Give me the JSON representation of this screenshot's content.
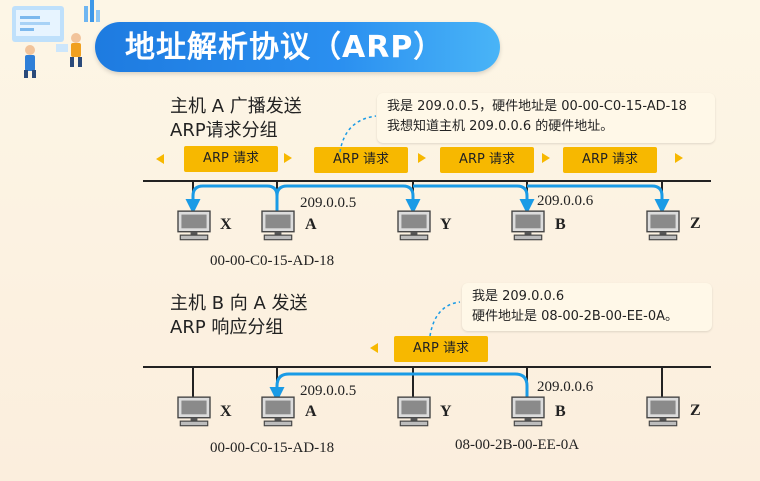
{
  "title": "地址解析协议（ARP）",
  "colors": {
    "title_bar": "#1e7be0",
    "arrow_blue": "#1a9be6",
    "chip": "#f7b800",
    "arrowhead_yellow": "#f7b800",
    "callout_bg": "#fff8e8"
  },
  "top": {
    "label_line1": "主机 A 广播发送",
    "label_line2": "ARP请求分组",
    "callout_line1": "我是 209.0.0.5，硬件地址是 00-00-C0-15-AD-18",
    "callout_line2": "我想知道主机 209.0.0.6 的硬件地址。",
    "chips": [
      "ARP 请求",
      "ARP 请求",
      "ARP 请求",
      "ARP 请求"
    ],
    "hosts": [
      "X",
      "A",
      "Y",
      "B",
      "Z"
    ],
    "ip_a": "209.0.0.5",
    "ip_b": "209.0.0.6",
    "mac_a": "00-00-C0-15-AD-18"
  },
  "bottom": {
    "label_line1": "主机 B 向 A 发送",
    "label_line2": "ARP 响应分组",
    "callout_line1": "我是 209.0.0.6",
    "callout_line2": "硬件地址是 08-00-2B-00-EE-0A。",
    "chip": "ARP 请求",
    "hosts": [
      "X",
      "A",
      "Y",
      "B",
      "Z"
    ],
    "ip_a": "209.0.0.5",
    "ip_b": "209.0.0.6",
    "mac_a": "00-00-C0-15-AD-18",
    "mac_b": "08-00-2B-00-EE-0A"
  }
}
